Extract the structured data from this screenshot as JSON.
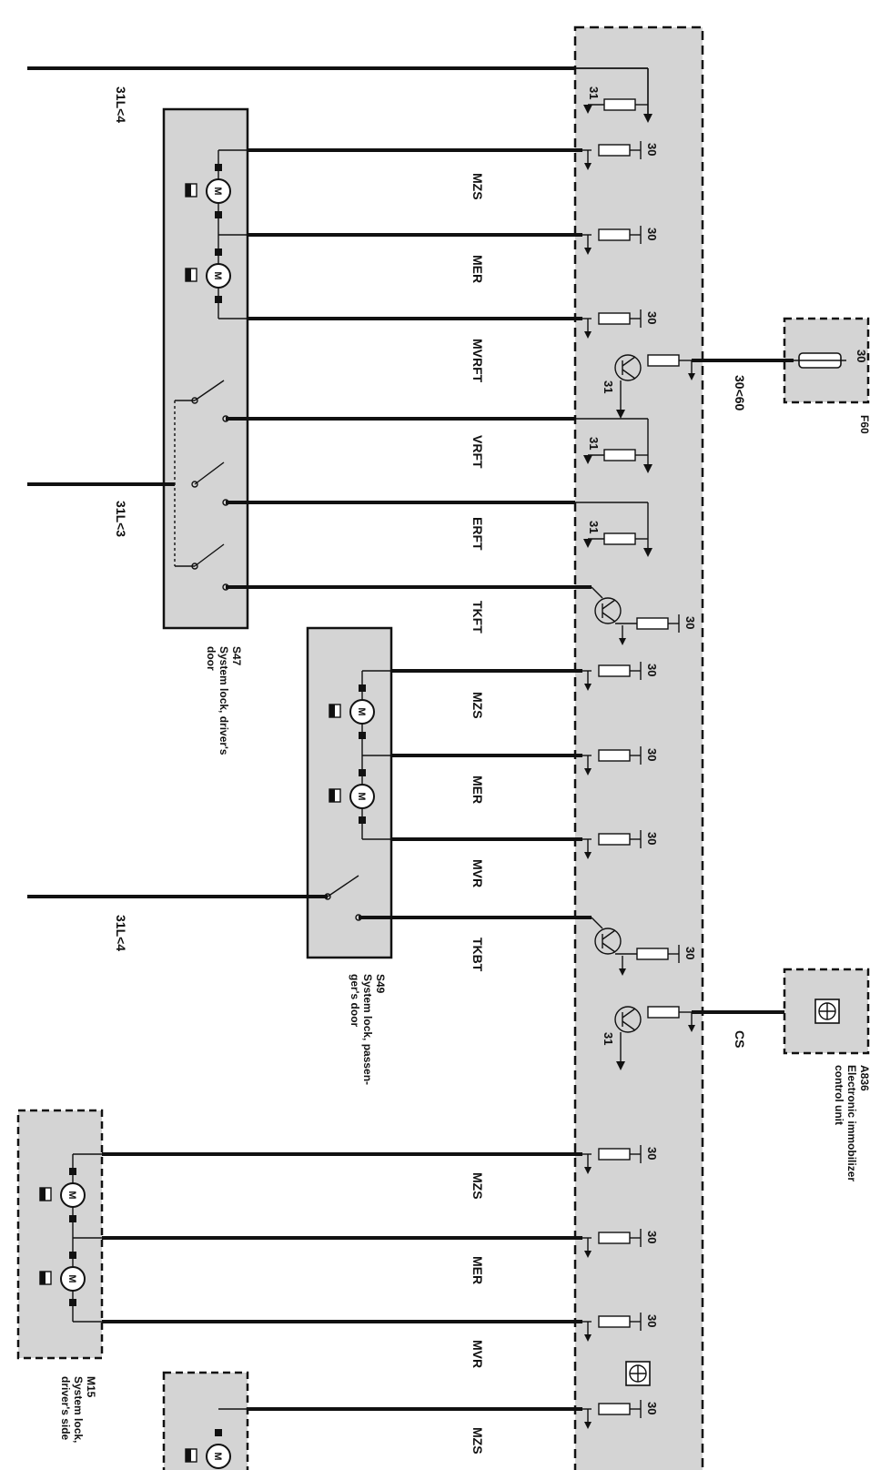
{
  "modules": {
    "control_unit": {
      "fill": "#d4d4d4",
      "border": "dashed"
    },
    "s47": {
      "code": "S47",
      "line1": "System lock, driver's",
      "line2": "door"
    },
    "s49": {
      "code": "S49",
      "line1": "System lock, passen-",
      "line2": "ger's door"
    },
    "m15": {
      "code": "M15",
      "line1": "System lock,",
      "line2": "driver's side"
    },
    "f60": {
      "code": "F60",
      "pin": "30"
    },
    "a836": {
      "code": "A836",
      "line1": "Electronic immobilizer",
      "line2": "control unit"
    }
  },
  "wires": [
    {
      "label": "31L<4",
      "kind": "ground"
    },
    {
      "label": "MZS",
      "kind": "motor"
    },
    {
      "label": "MER",
      "kind": "motor"
    },
    {
      "label": "MVRFT",
      "kind": "motor"
    },
    {
      "label": "VRFT",
      "kind": "switch"
    },
    {
      "label": "31L<3",
      "kind": "ground"
    },
    {
      "label": "ERFT",
      "kind": "switch"
    },
    {
      "label": "TKFT",
      "kind": "switch"
    },
    {
      "label": "MZS",
      "kind": "motor"
    },
    {
      "label": "MER",
      "kind": "motor"
    },
    {
      "label": "MVR",
      "kind": "motor"
    },
    {
      "label": "31L<4",
      "kind": "ground"
    },
    {
      "label": "TKBT",
      "kind": "switch"
    },
    {
      "label": "CS",
      "kind": "signal"
    },
    {
      "label": "MZS",
      "kind": "motor"
    },
    {
      "label": "MER",
      "kind": "motor"
    },
    {
      "label": "MVR",
      "kind": "motor"
    },
    {
      "label": "MZS",
      "kind": "motor"
    }
  ],
  "pins": {
    "supply": "30",
    "ground": "31"
  },
  "supply_label": "30<60",
  "motor_symbol": "M",
  "colors": {
    "wire": "#111111",
    "module_fill": "#d4d4d4"
  }
}
